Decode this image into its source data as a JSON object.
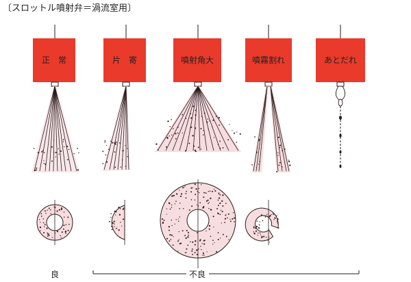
{
  "title": "〔スロットル噴射弁＝渦流室用〕",
  "patterns": [
    {
      "id": "normal",
      "box_label": "正　常"
    },
    {
      "id": "one-sided",
      "box_label": "片　寄"
    },
    {
      "id": "wide-angle",
      "box_label": "噴射角大"
    },
    {
      "id": "split",
      "box_label": "噴霧割れ"
    },
    {
      "id": "dribble",
      "box_label": "あとだれ"
    }
  ],
  "ratings": {
    "good": "良",
    "bad": "不良"
  },
  "colors": {
    "box": "#ea3a2b",
    "line": "#2a1a1a",
    "cross_section": "#f6dde0",
    "dots": "#3a2020"
  }
}
